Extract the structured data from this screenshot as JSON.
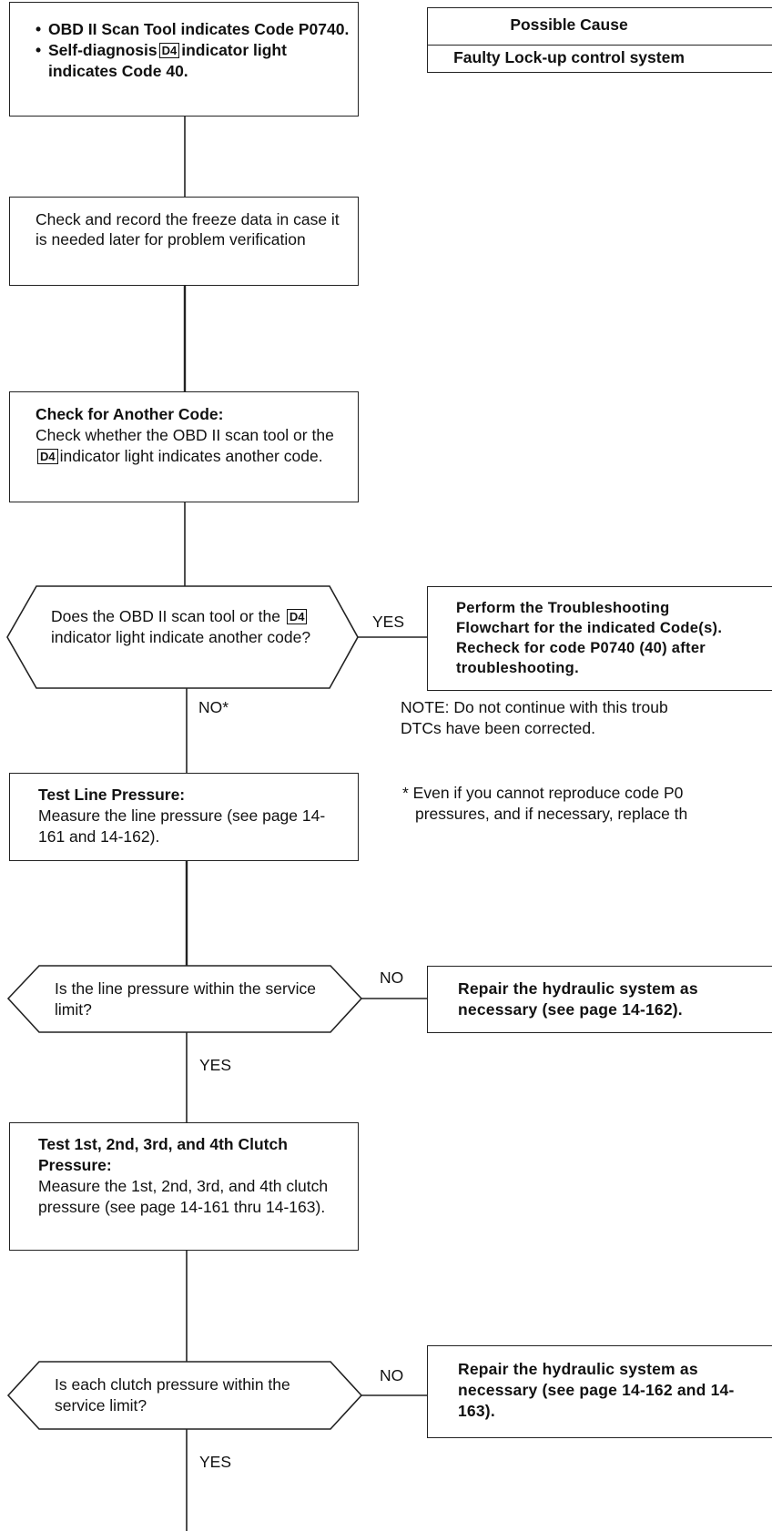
{
  "start": {
    "bullets": [
      {
        "pre": "OBD II Scan Tool indicates Code P0740.",
        "post": ""
      },
      {
        "pre": "Self-diagnosis",
        "icon": "D4",
        "post": "indicator light indicates Code 40."
      }
    ]
  },
  "possible_cause": {
    "header": "Possible Cause",
    "cause": "Faulty Lock-up control system"
  },
  "step_freeze": {
    "text": "Check and record the freeze data in case it is needed later for problem verification"
  },
  "step_another_code": {
    "title": "Check for Another Code:",
    "text_pre": "Check whether the OBD II scan tool or the",
    "icon": "D4",
    "text_post": "indicator light indicates another code."
  },
  "decision_another_code": {
    "pre": "Does the OBD II scan tool or the",
    "icon": "D4",
    "post": "indicator light indicate another code?",
    "yes_label": "YES",
    "no_label": "NO*"
  },
  "action_troubleshoot": {
    "text": "Perform the Troubleshooting Flowchart for the indicated Code(s). Recheck for code P0740 (40) after troubleshooting."
  },
  "notes": {
    "note": "NOTE: Do not continue with this troub DTCs have been corrected.",
    "note_line1": "NOTE: Do not continue with this troub",
    "note_line2": "DTCs have been corrected.",
    "footnote_line1": "* Even if you cannot reproduce code P0",
    "footnote_line2": "pressures, and if necessary, replace th"
  },
  "step_line_pressure": {
    "title": "Test Line Pressure:",
    "text": "Measure the line pressure (see page 14-161 and 14-162)."
  },
  "decision_line_pressure": {
    "text": "Is the line pressure within the service limit?",
    "no_label": "NO",
    "yes_label": "YES"
  },
  "action_repair_1": {
    "text": "Repair the hydraulic system as necessary (see page 14-162)."
  },
  "step_clutch_pressure": {
    "title": "Test 1st, 2nd, 3rd, and 4th Clutch Pressure:",
    "text": "Measure the 1st, 2nd, 3rd, and 4th clutch pressure (see page 14-161 thru 14-163)."
  },
  "decision_clutch_pressure": {
    "text": "Is each clutch pressure within the service limit?",
    "no_label": "NO",
    "yes_label": "YES"
  },
  "action_repair_2": {
    "text": "Repair the hydraulic system as necessary (see page 14-162 and 14-163)."
  }
}
